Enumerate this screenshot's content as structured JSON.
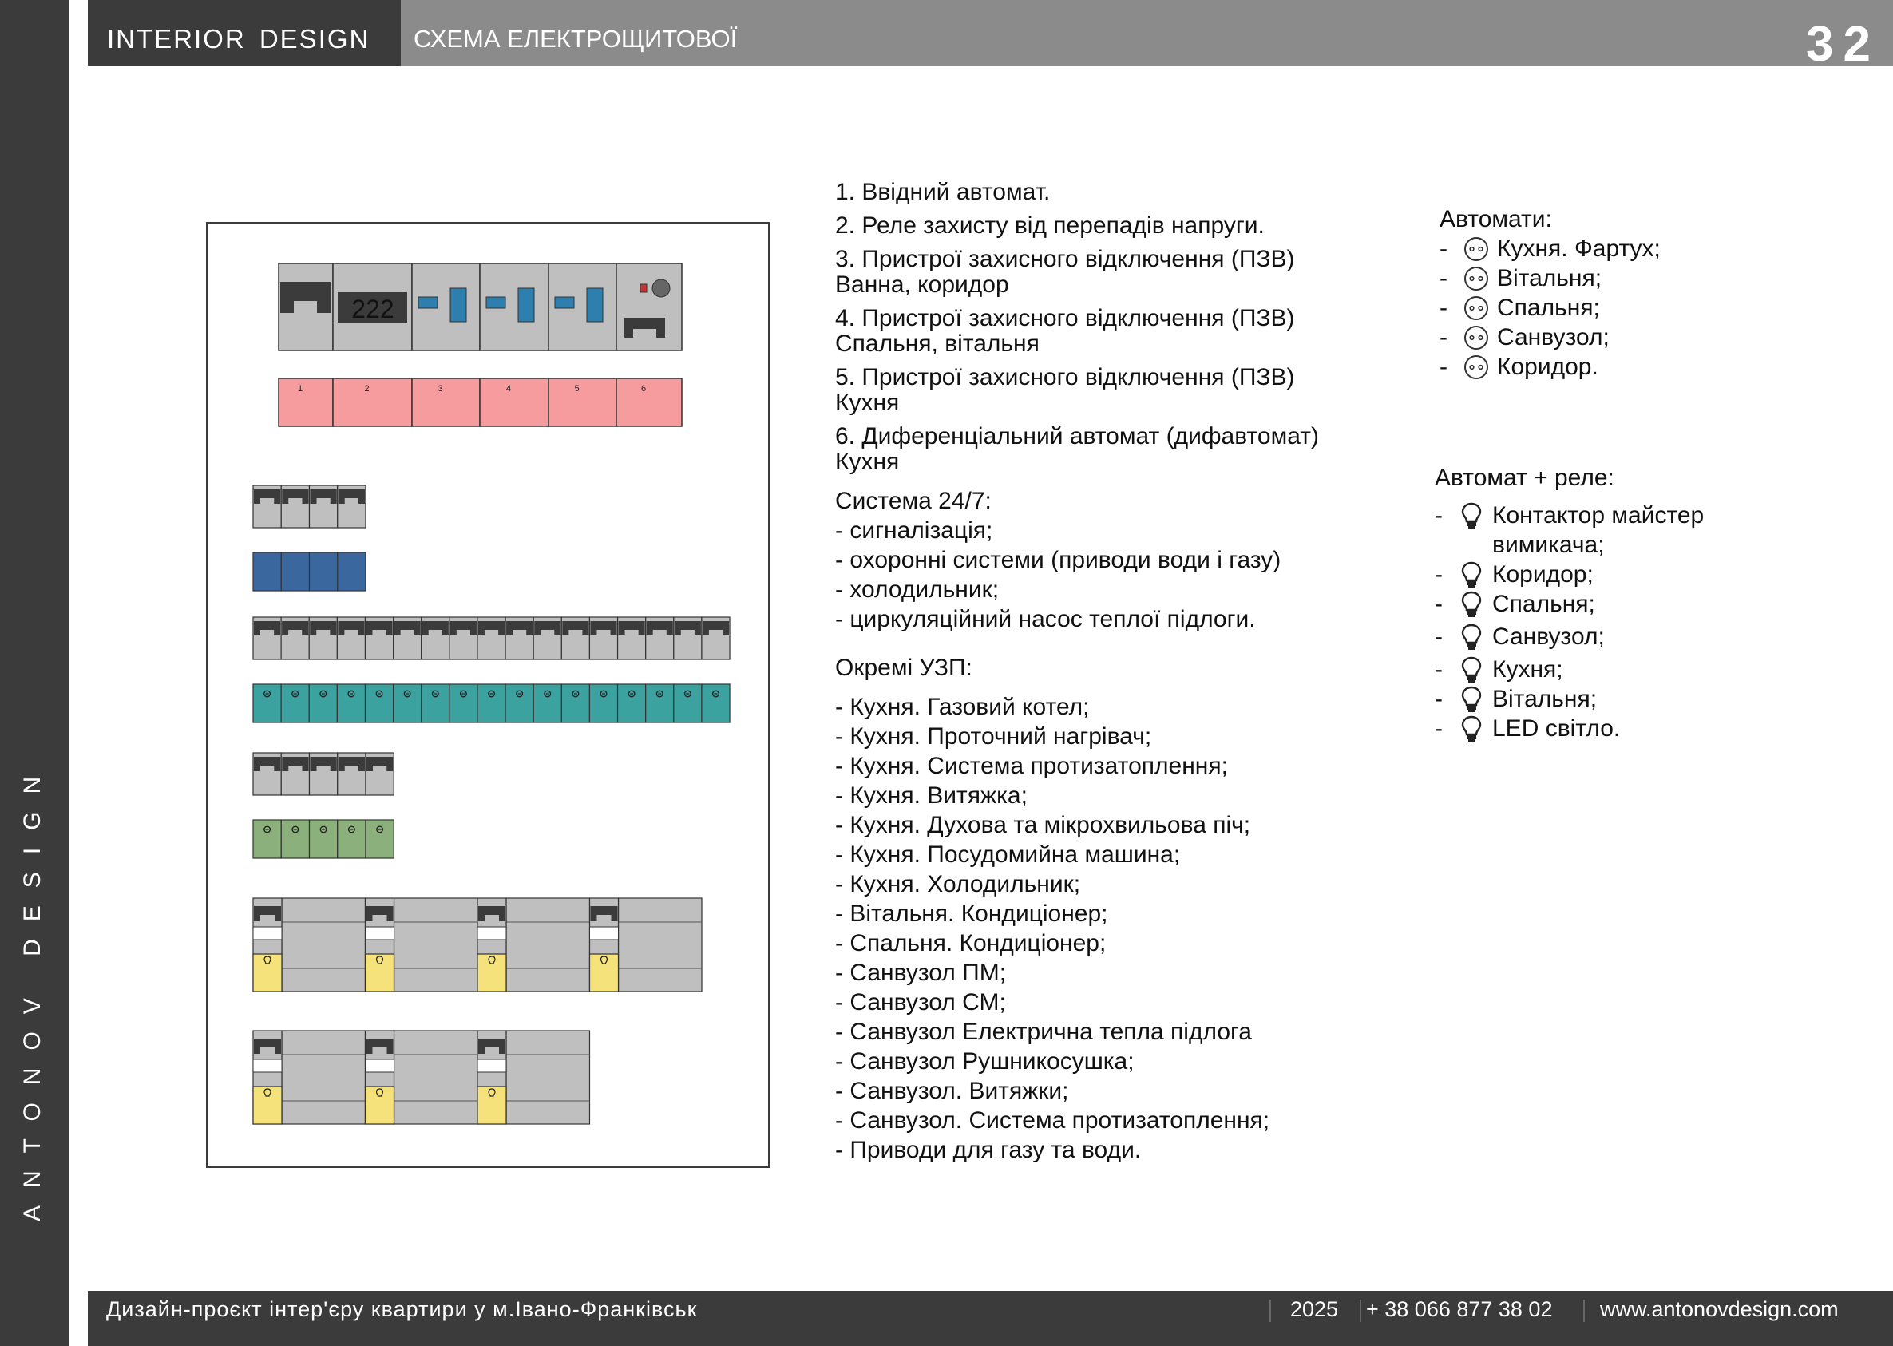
{
  "header": {
    "brand": "INTERIOR  DESIGN",
    "title": "СХЕМА ЕЛЕКТРОЩИТОВОЇ",
    "page_number": "32"
  },
  "sidebar": {
    "text": "ANTONOV DESIGN"
  },
  "footer": {
    "project": "Дизайн-проєкт інтер'єру квартири у м.Івано-Франківськ",
    "year": "2025",
    "phone": "+ 38 066 877 38 02",
    "website": "www.antonovdesign.com"
  },
  "diagram": {
    "meter_display": "222",
    "module_numbers": [
      "1",
      "2",
      "3",
      "4",
      "5",
      "6"
    ],
    "groups": [
      {
        "name": "system-24-7",
        "modules": 4,
        "color": "#3a689e"
      },
      {
        "name": "separate-uzp",
        "modules": 17,
        "color": "#3ba2a0"
      },
      {
        "name": "outlet-breakers",
        "modules": 5,
        "color": "#8bb07b"
      },
      {
        "name": "relay-row-1",
        "modules": 4,
        "color": "#f6e27a"
      },
      {
        "name": "relay-row-2",
        "modules": 3,
        "color": "#f6e27a"
      }
    ],
    "colors": {
      "labels": "#f69b9e",
      "module": "#bfbfbf",
      "dark": "#3b3b3b",
      "accent": "#2e7fae"
    }
  },
  "main_list": [
    {
      "line1": "1. Ввідний автомат.",
      "line2": ""
    },
    {
      "line1": "2. Реле захисту від перепадів напруги.",
      "line2": ""
    },
    {
      "line1": "3. Пристрої захисного відключення (ПЗВ)",
      "line2": "Ванна, коридор"
    },
    {
      "line1": "4. Пристрої захисного відключення (ПЗВ)",
      "line2": "Спальня, вітальня"
    },
    {
      "line1": "5. Пристрої захисного відключення (ПЗВ)",
      "line2": "Кухня"
    },
    {
      "line1": "6. Диференціальний автомат (дифавтомат)",
      "line2": "Кухня"
    }
  ],
  "system_24_7": {
    "heading": "Система 24/7:",
    "items": [
      "- сигналізація;",
      "- охоронні системи (приводи води і газу)",
      "- холодильник;",
      "- циркуляційний насос теплої підлоги."
    ]
  },
  "separate_uzp": {
    "heading": "Окремі УЗП:",
    "items": [
      "- Кухня. Газовий котел;",
      "- Кухня. Проточний нагрівач;",
      "- Кухня. Система протизатоплення;",
      "- Кухня. Витяжка;",
      "- Кухня. Духова та мікрохвильова піч;",
      "- Кухня. Посудомийна машина;",
      "- Кухня. Холодильник;",
      "- Вітальня. Кондиціонер;",
      "- Спальня. Кондиціонер;",
      "- Санвузол ПМ;",
      "- Санвузол СМ;",
      "- Санвузол Електрична тепла підлога",
      "- Санвузол Рушникосушка;",
      "- Санвузол. Витяжки;",
      "- Санвузол. Система протизатоплення;",
      "- Приводи для газу та води."
    ]
  },
  "breakers": {
    "heading": "Автомати:",
    "icon": "outlet-icon",
    "items": [
      "Кухня. Фартух;",
      "Вітальня;",
      "Спальня;",
      "Санвузол;",
      "Коридор."
    ]
  },
  "relays": {
    "heading": "Автомат + реле:",
    "icon": "bulb-icon",
    "items": [
      "Контактор майстер вимикача;",
      "Коридор;",
      "Спальня;",
      "Санвузол;",
      "Кухня;",
      "Вітальня;",
      "LED світло."
    ]
  }
}
